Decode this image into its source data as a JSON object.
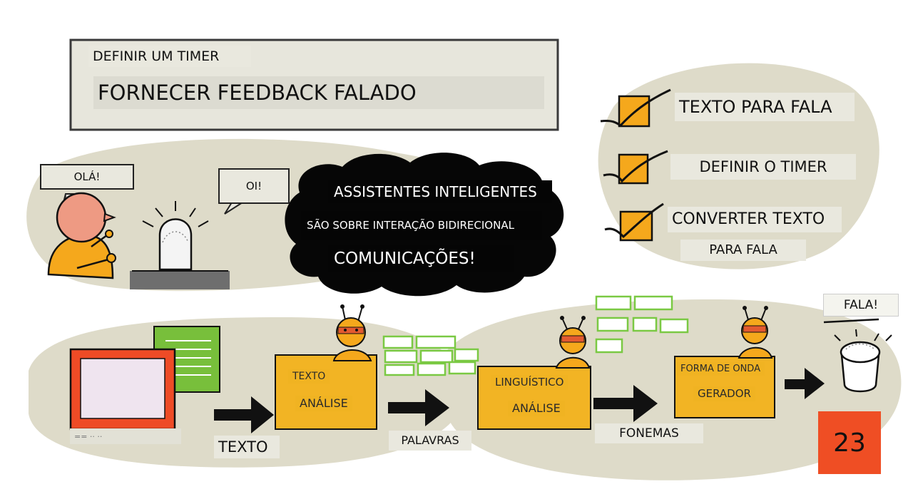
{
  "header": {
    "subtitle": "DEFINIR UM TIMER",
    "title": "FORNECER FEEDBACK FALADO"
  },
  "conversation": {
    "user_bubble": "OLÁ!",
    "device_bubble": "OI!"
  },
  "cloud": {
    "line1": "ASSISTENTES INTELIGENTES",
    "line2": "SÃO SOBRE INTERAÇÃO BIDIRECIONAL",
    "line3": "COMUNICAÇÕES!"
  },
  "checklist": {
    "item1": "TEXTO PARA FALA",
    "item2": "DEFINIR O TIMER",
    "item3_line1": "CONVERTER TEXTO",
    "item3_line2": "PARA FALA"
  },
  "pipeline": {
    "screen_caption": "== ·· ··",
    "arrow1_label": "TEXTO",
    "stage1_line1": "TEXTO",
    "stage1_line2": "ANÁLISE",
    "arrow2_label": "PALAVRAS",
    "stage2_line1": "LINGUÍSTICO",
    "stage2_line2": "ANÁLISE",
    "arrow3_label": "FONEMAS",
    "stage3_line1": "FORMA DE ONDA",
    "stage3_line2": "GERADOR",
    "output_bubble": "FALA!"
  },
  "page_number": "23",
  "colors": {
    "accent_orange": "#f5a81c",
    "box_yellow": "#f2b424",
    "badge_red": "#ef4e24",
    "word_green": "#7ac943",
    "screen_red": "#ee4b26",
    "blob_beige": "#dedbc9",
    "label_bg": "#e9e8de",
    "ink": "#111111"
  }
}
